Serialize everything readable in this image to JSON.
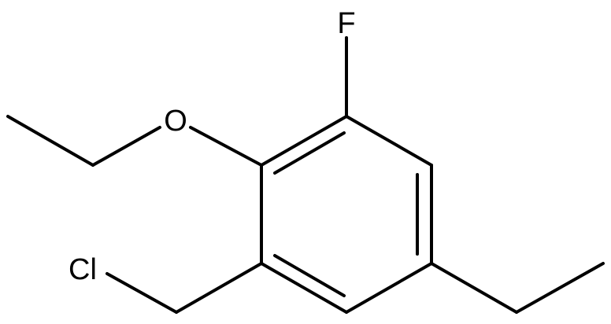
{
  "molecule": {
    "atoms": {
      "fluorine": "F",
      "oxygen": "O",
      "chlorine": "Cl"
    },
    "line_color": "#000000",
    "background_color": "#ffffff"
  }
}
